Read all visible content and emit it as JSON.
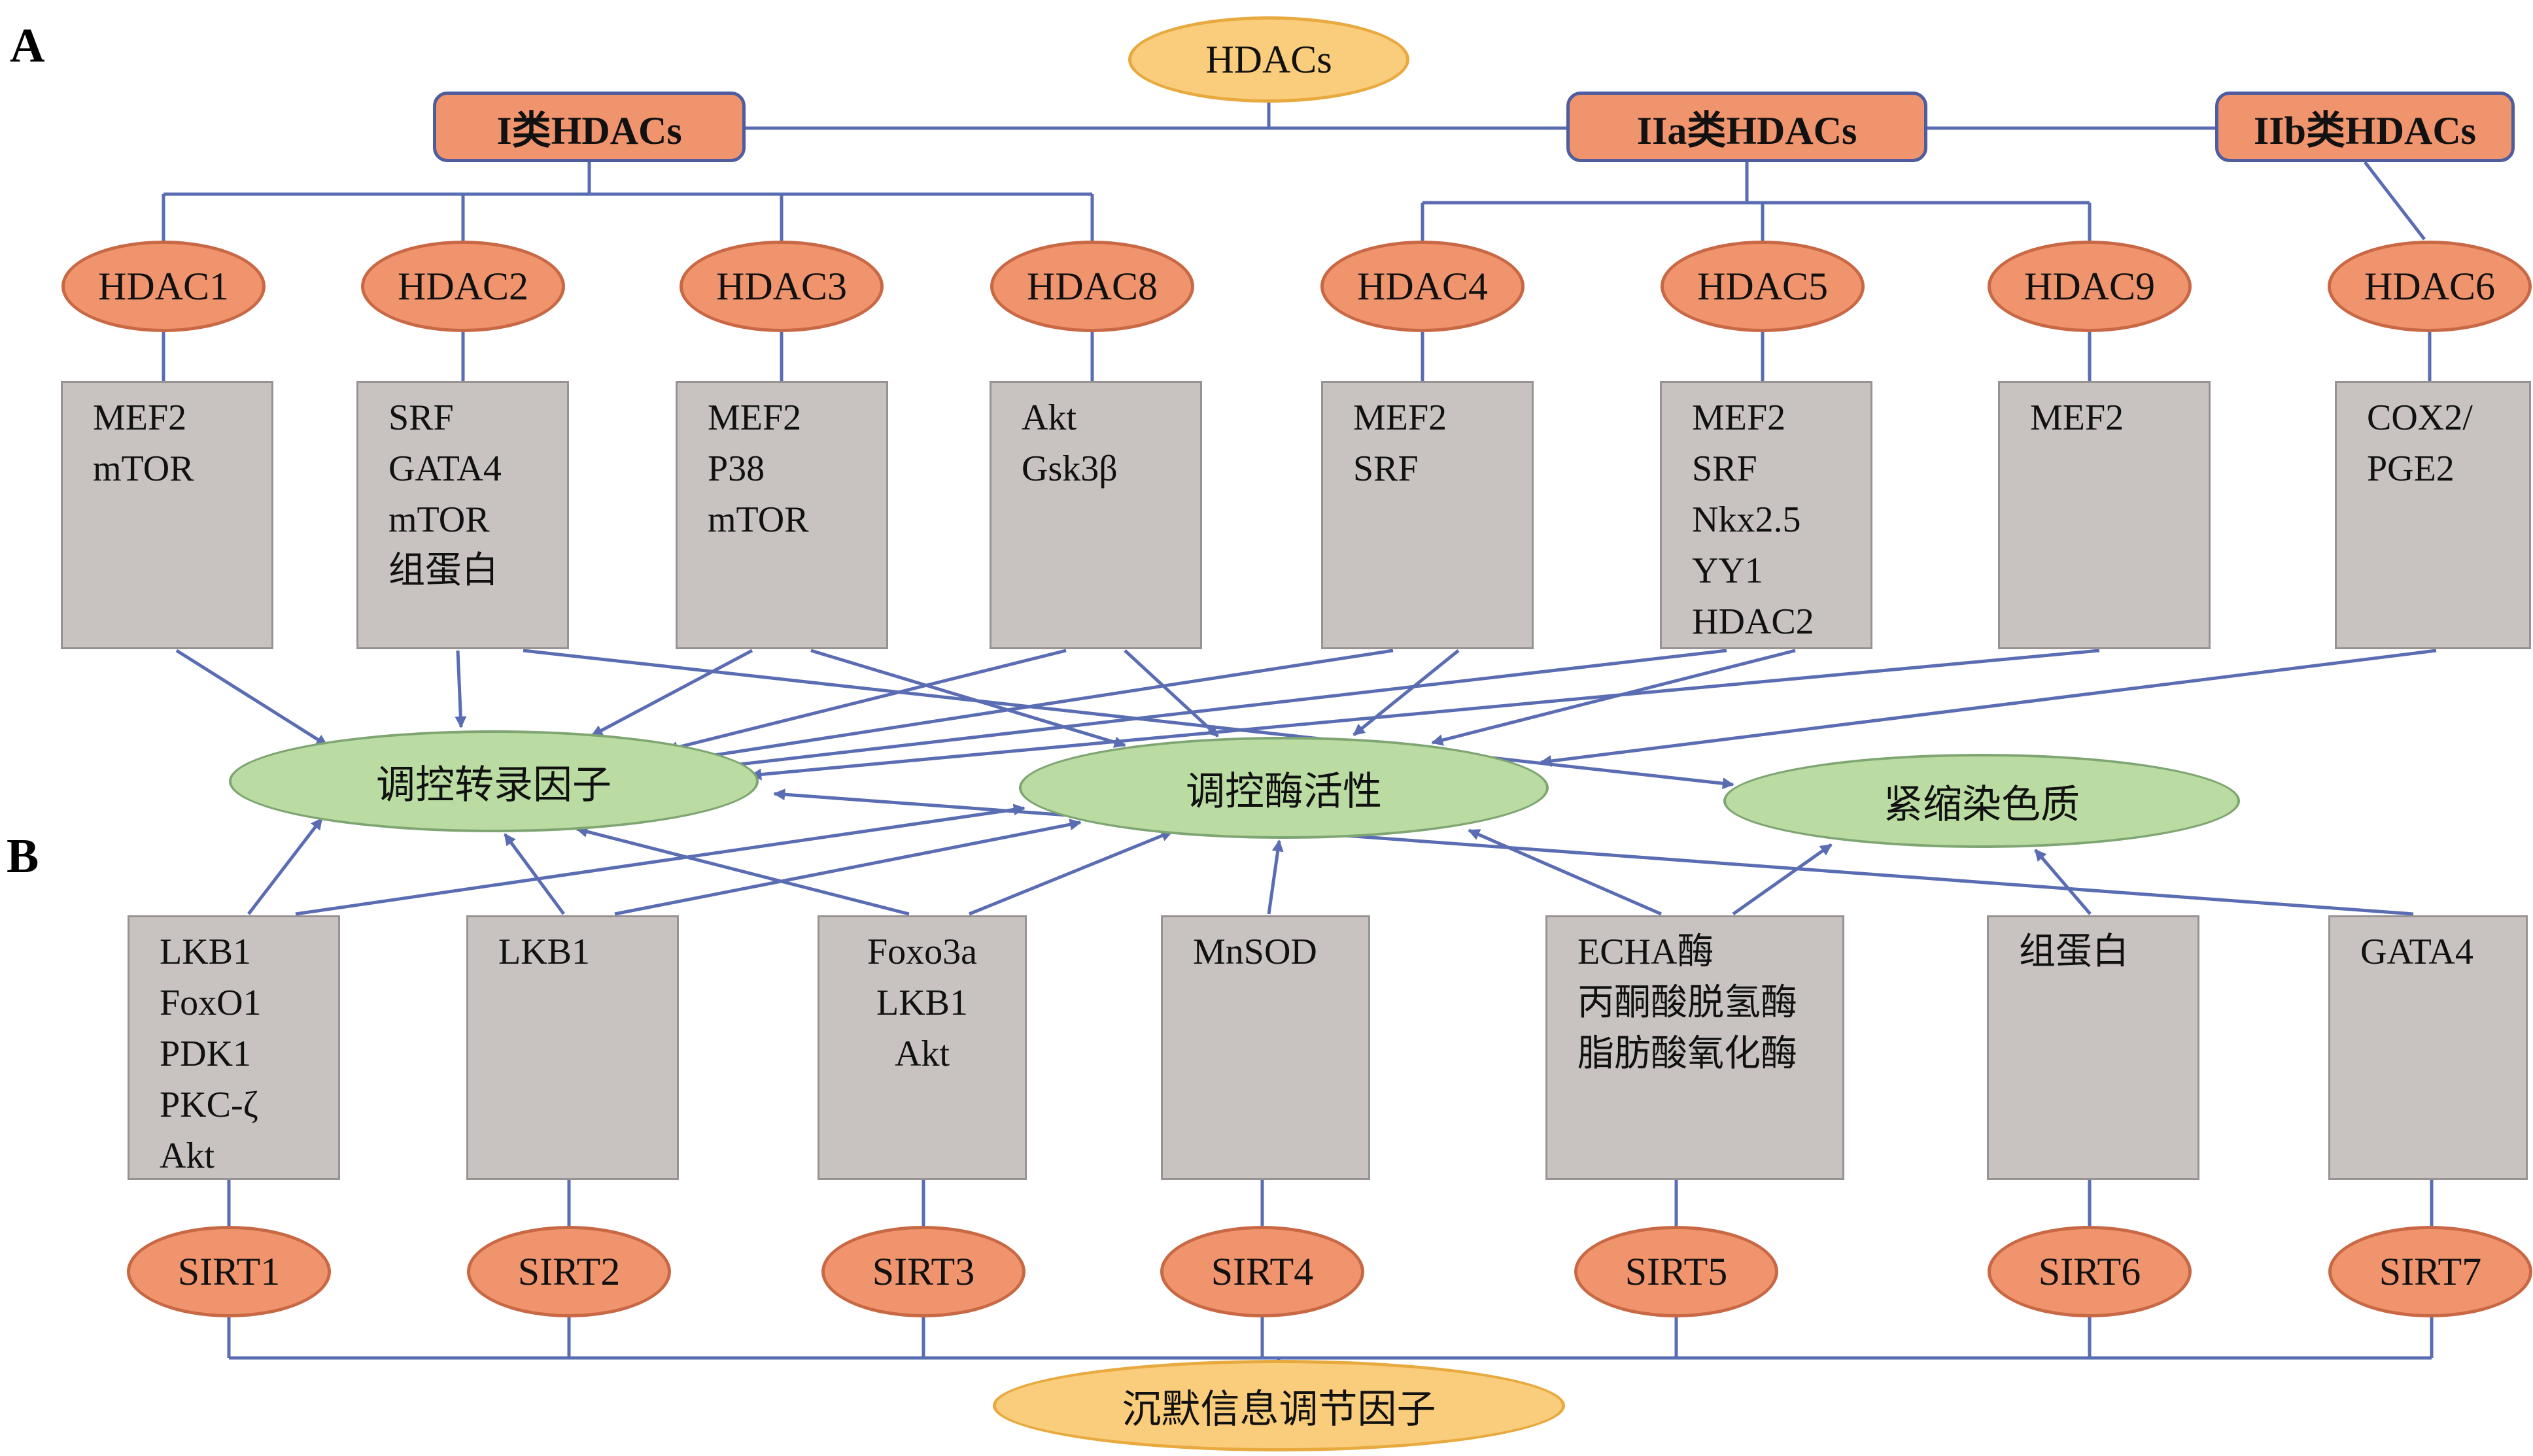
{
  "figure": {
    "panel_a": "A",
    "panel_b": "B"
  },
  "root": {
    "label": "HDACs"
  },
  "classes": [
    {
      "label": "I类HDACs"
    },
    {
      "label": "IIa类HDACs"
    },
    {
      "label": "IIb类HDACs"
    }
  ],
  "hdacs": [
    {
      "name": "HDAC1",
      "targets": [
        "MEF2",
        "mTOR"
      ]
    },
    {
      "name": "HDAC2",
      "targets": [
        "SRF",
        "GATA4",
        "mTOR",
        "组蛋白"
      ]
    },
    {
      "name": "HDAC3",
      "targets": [
        "MEF2",
        "P38",
        "mTOR"
      ]
    },
    {
      "name": "HDAC8",
      "targets": [
        "Akt",
        "Gsk3β"
      ]
    },
    {
      "name": "HDAC4",
      "targets": [
        "MEF2",
        "SRF"
      ]
    },
    {
      "name": "HDAC5",
      "targets": [
        "MEF2",
        "SRF",
        "Nkx2.5",
        "YY1",
        "HDAC2"
      ]
    },
    {
      "name": "HDAC9",
      "targets": [
        "MEF2"
      ]
    },
    {
      "name": "HDAC6",
      "targets": [
        "COX2/",
        "PGE2"
      ]
    }
  ],
  "functions": [
    {
      "label": "调控转录因子"
    },
    {
      "label": "调控酶活性"
    },
    {
      "label": "紧缩染色质"
    }
  ],
  "sirts": [
    {
      "name": "SIRT1",
      "targets": [
        "LKB1",
        "FoxO1",
        "PDK1",
        "PKC-ζ",
        "Akt"
      ]
    },
    {
      "name": "SIRT2",
      "targets": [
        "LKB1"
      ]
    },
    {
      "name": "SIRT3",
      "targets": [
        "Foxo3a",
        "LKB1",
        "Akt"
      ]
    },
    {
      "name": "SIRT4",
      "targets": [
        "MnSOD"
      ]
    },
    {
      "name": "SIRT5",
      "targets": [
        "ECHA酶",
        "丙酮酸脱氢酶",
        "脂肪酸氧化酶"
      ]
    },
    {
      "name": "SIRT6",
      "targets": [
        "组蛋白"
      ]
    },
    {
      "name": "SIRT7",
      "targets": [
        "GATA4"
      ]
    }
  ],
  "sirt_family": {
    "label": "沉默信息调节因子"
  },
  "colors": {
    "node_orange": "#F0946E",
    "node_orange_border": "#C96845",
    "node_yellow": "#FACD7C",
    "node_yellow_border": "#E8A93F",
    "node_green": "#BADCA2",
    "node_green_border": "#7FA573",
    "class_box_border": "#4F5D9E",
    "target_box": "#C8C3C1",
    "target_box_border": "#999292",
    "connector": "#5A6CB2"
  }
}
